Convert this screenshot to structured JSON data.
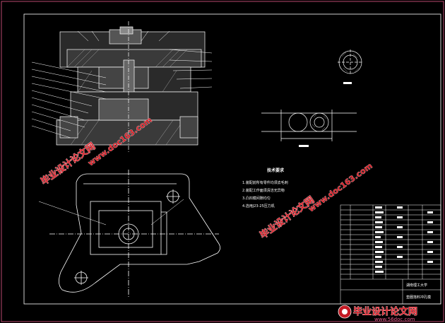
{
  "drawing": {
    "tech_heading": "技术要求",
    "tech_notes": [
      "1.装配前所有零件均须去毛刺",
      "2.装配工作面须清洁无异物",
      "3.凸凹模间隙均匀",
      "4.选用J23-25压力机"
    ],
    "title_block": {
      "school": "湖南理工大学",
      "drawing_name": "垫圈落料冲孔模"
    }
  },
  "watermarks": {
    "brand_cn": "毕业设计论文网",
    "url": "www.56doc.com",
    "url_overlay": "www.doc163.com"
  },
  "colors": {
    "background": "#000000",
    "lines": "#ffffff",
    "watermark_red": "#e0202a",
    "border_pink": "#e85a8a"
  }
}
